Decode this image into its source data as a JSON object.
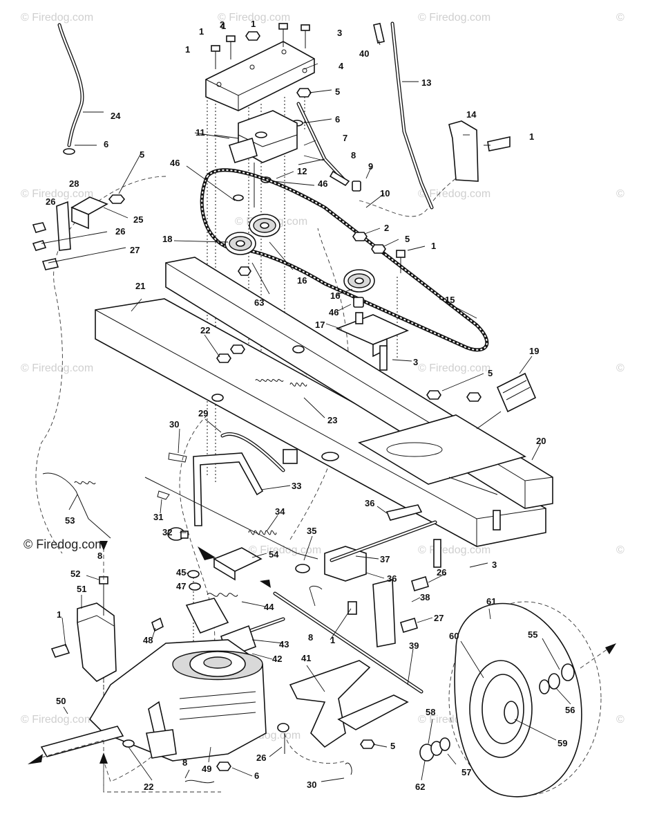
{
  "watermark": {
    "text": "© Firedog.com",
    "corner_text": "©",
    "colors": {
      "faint": "#cfcfcf",
      "strong": "#222222"
    }
  },
  "callouts": [
    {
      "label": "1"
    },
    {
      "label": "1"
    },
    {
      "label": "1"
    },
    {
      "label": "1"
    },
    {
      "label": "2"
    },
    {
      "label": "3"
    },
    {
      "label": "4"
    },
    {
      "label": "5"
    },
    {
      "label": "6"
    },
    {
      "label": "7"
    },
    {
      "label": "8"
    },
    {
      "label": "9"
    },
    {
      "label": "10"
    },
    {
      "label": "11"
    },
    {
      "label": "12"
    },
    {
      "label": "13"
    },
    {
      "label": "14"
    },
    {
      "label": "1"
    },
    {
      "label": "24"
    },
    {
      "label": "6"
    },
    {
      "label": "40"
    },
    {
      "label": "46"
    },
    {
      "label": "46"
    },
    {
      "label": "5"
    },
    {
      "label": "28"
    },
    {
      "label": "26"
    },
    {
      "label": "25"
    },
    {
      "label": "26"
    },
    {
      "label": "27"
    },
    {
      "label": "18"
    },
    {
      "label": "16"
    },
    {
      "label": "63"
    },
    {
      "label": "2"
    },
    {
      "label": "5"
    },
    {
      "label": "1"
    },
    {
      "label": "16"
    },
    {
      "label": "46"
    },
    {
      "label": "15"
    },
    {
      "label": "17"
    },
    {
      "label": "21"
    },
    {
      "label": "22"
    },
    {
      "label": "3"
    },
    {
      "label": "19"
    },
    {
      "label": "5"
    },
    {
      "label": "23"
    },
    {
      "label": "30"
    },
    {
      "label": "29"
    },
    {
      "label": "20"
    },
    {
      "label": "33"
    },
    {
      "label": "53"
    },
    {
      "label": "31"
    },
    {
      "label": "34"
    },
    {
      "label": "32"
    },
    {
      "label": "35"
    },
    {
      "label": "36"
    },
    {
      "label": "37"
    },
    {
      "label": "36"
    },
    {
      "label": "3"
    },
    {
      "label": "8"
    },
    {
      "label": "54"
    },
    {
      "label": "52"
    },
    {
      "label": "45"
    },
    {
      "label": "47"
    },
    {
      "label": "26"
    },
    {
      "label": "38"
    },
    {
      "label": "51"
    },
    {
      "label": "44"
    },
    {
      "label": "8"
    },
    {
      "label": "1"
    },
    {
      "label": "27"
    },
    {
      "label": "1"
    },
    {
      "label": "48"
    },
    {
      "label": "43"
    },
    {
      "label": "42"
    },
    {
      "label": "41"
    },
    {
      "label": "39"
    },
    {
      "label": "61"
    },
    {
      "label": "60"
    },
    {
      "label": "55"
    },
    {
      "label": "56"
    },
    {
      "label": "50"
    },
    {
      "label": "58"
    },
    {
      "label": "59"
    },
    {
      "label": "5"
    },
    {
      "label": "26"
    },
    {
      "label": "57"
    },
    {
      "label": "22"
    },
    {
      "label": "8"
    },
    {
      "label": "49"
    },
    {
      "label": "6"
    },
    {
      "label": "30"
    },
    {
      "label": "62"
    }
  ]
}
